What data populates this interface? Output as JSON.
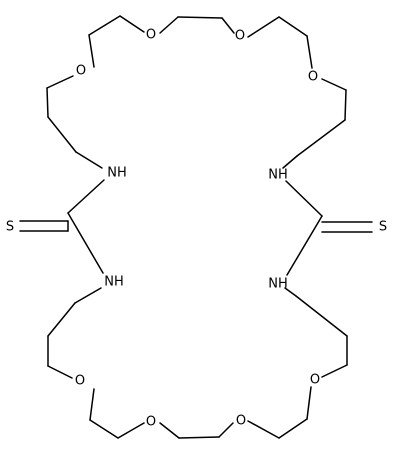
{
  "atoms": [
    {
      "id": "O1",
      "label": "O"
    },
    {
      "id": "O2",
      "label": "O"
    },
    {
      "id": "O3",
      "label": "O"
    },
    {
      "id": "O4",
      "label": "O"
    },
    {
      "id": "NH1",
      "label": "NH"
    },
    {
      "id": "NH2",
      "label": "NH"
    },
    {
      "id": "S1",
      "label": "S"
    },
    {
      "id": "S2",
      "label": "S"
    },
    {
      "id": "NH3",
      "label": "NH"
    },
    {
      "id": "NH4",
      "label": "NH"
    },
    {
      "id": "O5",
      "label": "O"
    },
    {
      "id": "O6",
      "label": "O"
    },
    {
      "id": "O7",
      "label": "O"
    },
    {
      "id": "O8",
      "label": "O"
    }
  ]
}
